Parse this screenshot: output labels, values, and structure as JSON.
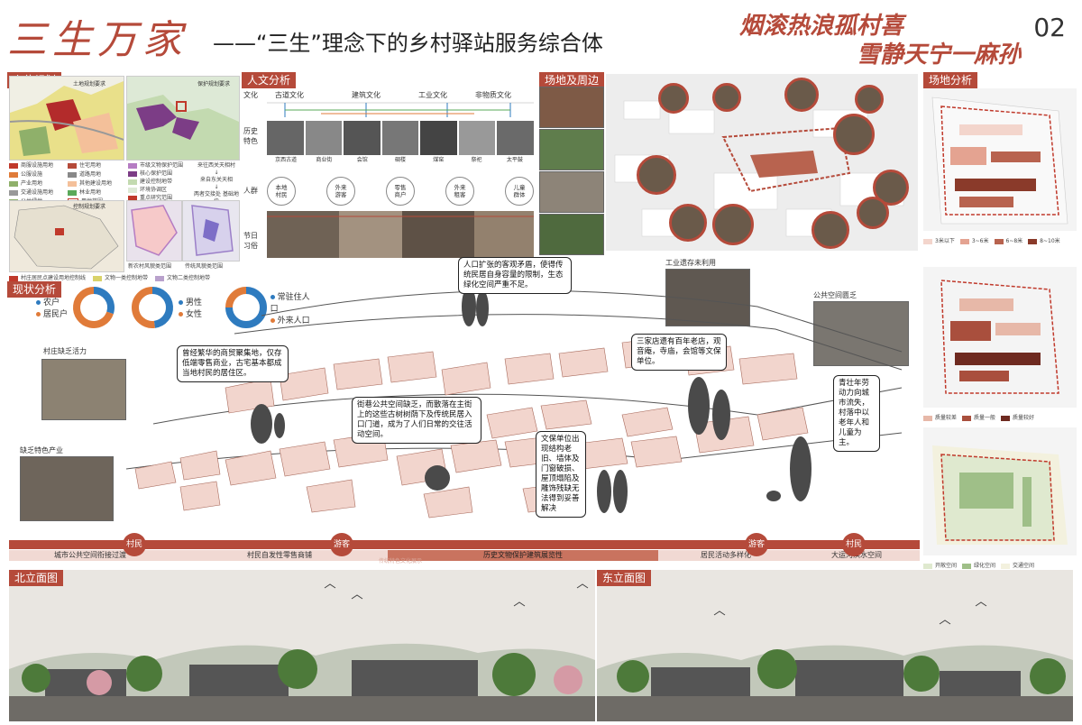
{
  "header": {
    "title": "三生万家",
    "subtitle": "——“三生”理念下的乡村驿站服务综合体",
    "calligraphy_line1": "烟滚热浪孤村喜",
    "calligraphy_line2": "雪静天宁一麻孙",
    "page_number": "02"
  },
  "sections": {
    "upper_plan": "上位规划",
    "humanity": "人文分析",
    "site_surroundings": "场地及周边",
    "site_analysis": "场地分析",
    "status": "现状分析",
    "north_elevation": "北立面图",
    "east_elevation": "东立面图"
  },
  "upper_plan": {
    "map1_title": "土地规划要求",
    "map2_title": "保护规划要求",
    "map3_title": "控制规划要求",
    "legend1": [
      "商服设施用地",
      "住宅用地",
      "公服设施",
      "道路用地",
      "产业用地",
      "其他建设用地",
      "交通设施用地",
      "林业用地",
      "公共绿地",
      "用地范围"
    ],
    "legend2": [
      "市级文物保护范围",
      "核心保护范围",
      "建设控制地带",
      "环境协调区",
      "重点研究范围"
    ],
    "legend2_note1": "来往西关天相村",
    "legend2_note2": "来自东关天相",
    "legend2_note3": "两者交接处 基础地块",
    "map4_caption": "新农村风貌类范围",
    "map5_caption": "传统风貌类范围",
    "legend3": [
      "村庄居民点建设用地控制线",
      "文物一类控制地带",
      "文物二类控制地带"
    ],
    "legend3_colors": [
      "#c0392b",
      "#d9d26a",
      "#b9a1cc"
    ]
  },
  "humanity": {
    "row_labels": [
      "文化",
      "历史\n特色",
      "人群",
      "节日\n习俗"
    ],
    "culture": [
      "古道文化",
      "建筑文化",
      "工业文化",
      "非物质文化"
    ],
    "features": [
      "京西古道",
      "商业街",
      "会馆",
      "碉楼",
      "煤窑",
      "祭祀",
      "太平鼓"
    ],
    "people": [
      "本地\n村民",
      "外来\n游客",
      "零售\n商户",
      "外来\n租客",
      "儿童\n群体"
    ]
  },
  "status": {
    "donuts": [
      {
        "labels": [
          "农户",
          "居民户"
        ],
        "values": [
          0.3,
          0.7
        ]
      },
      {
        "labels": [
          "男性",
          "女性"
        ],
        "values": [
          0.48,
          0.52
        ]
      },
      {
        "labels": [
          "常驻住人口",
          "外来人口"
        ],
        "values": [
          0.75,
          0.25
        ]
      }
    ],
    "colors": [
      "#2e7bbf",
      "#e07b39"
    ],
    "photo_labels": [
      "村庄缺乏活力",
      "缺乏特色产业",
      "工业遗存未利用",
      "公共空间匮乏"
    ]
  },
  "callouts": [
    "人口扩张的客观矛盾，使得传统民居自身容量的限制，生态绿化空间严重不足。",
    "曾经繁华的商贸聚集地，仅存低端零售商业，古宅基本都成当地村民的居住区。",
    "街巷公共空间缺乏，而散落在主街上的这些古树树荫下及传统民居入口门道，成为了人们日常的交往活动空间。",
    "三家店遗有百年老店，观音庵，寺庙，会馆等文保单位。",
    "文保单位出现结构老旧、墙体及门窗破损、屋顶塌陷及雕饰残缺无法得到妥善解决",
    "青壮年劳动力向城市流失，村落中以老年人和儿童为主。"
  ],
  "site_analysis": {
    "legend1": [
      "3米以下",
      "3~6米",
      "6~8米",
      "8~10米"
    ],
    "legend1_colors": [
      "#f3d5cc",
      "#e4a391",
      "#b8634f",
      "#8a3a2a"
    ],
    "legend2": [
      "质量较差",
      "质量一般",
      "质量较好"
    ],
    "legend2_colors": [
      "#e7b8a8",
      "#a94f3d",
      "#6e2a20"
    ],
    "legend3": [
      "开敞空间",
      "绿化空间",
      "交通空间"
    ],
    "legend3_colors": [
      "#dfe9cf",
      "#9fbf88",
      "#f3f1de"
    ]
  },
  "timeline": {
    "stages": [
      "村民",
      "游客",
      "游客",
      "村民"
    ],
    "labels": [
      "城市公共空间衔接过渡",
      "村民自发性零售商铺",
      "历史文物保护建筑展览性",
      "居民活动多样化",
      "大运河滨水空间"
    ],
    "label_faint": "传统特色文化展示",
    "colors": {
      "accent": "#b54a3a"
    }
  }
}
